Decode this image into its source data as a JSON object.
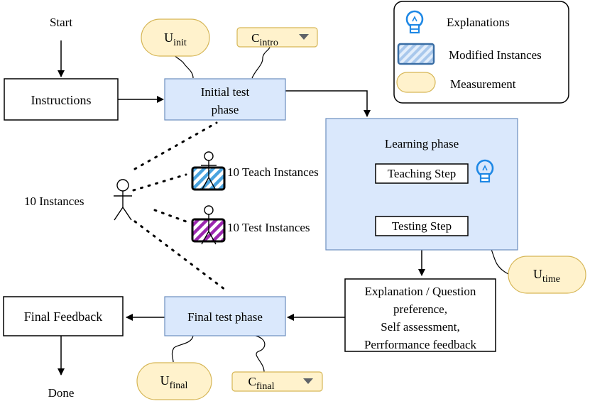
{
  "flow": {
    "start": "Start",
    "instructions": "Instructions",
    "initial_test_line1": "Initial test",
    "initial_test_line2": "phase",
    "learning_phase": "Learning phase",
    "teaching_step": "Teaching Step",
    "testing_step": "Testing Step",
    "feedback_line1": "Explanation / Question",
    "feedback_line2": "preference,",
    "feedback_line3": "Self assessment,",
    "feedback_line4": "Perrformance feedback",
    "final_test": "Final test phase",
    "final_feedback": "Final Feedback",
    "done": "Done"
  },
  "instances": {
    "total": "10 Instances",
    "teach": "10 Teach Instances",
    "test": "10 Test Instances"
  },
  "measurements": {
    "u_init": {
      "base": "U",
      "sub": "init"
    },
    "c_intro": {
      "base": "C",
      "sub": "intro"
    },
    "u_time": {
      "base": "U",
      "sub": "time"
    },
    "u_final": {
      "base": "U",
      "sub": "final"
    },
    "c_final": {
      "base": "C",
      "sub": "final"
    }
  },
  "legend": {
    "explanations": "Explanations",
    "modified_instances": "Modified Instances",
    "measurement": "Measurement"
  },
  "colors": {
    "phase_fill": "#dae8fc",
    "phase_stroke": "#6c8ebf",
    "measure_fill": "#fff2cc",
    "measure_stroke": "#d6b656",
    "bulb": "#1e88e5",
    "teach_hatch": "#4aa3df",
    "test_hatch": "#9c27b0",
    "dropdown_arrow": "#5f6368"
  },
  "icons": {
    "explanation": "lightbulb-icon",
    "person": "stick-figure-icon",
    "dropdown": "triangle-down-icon"
  }
}
